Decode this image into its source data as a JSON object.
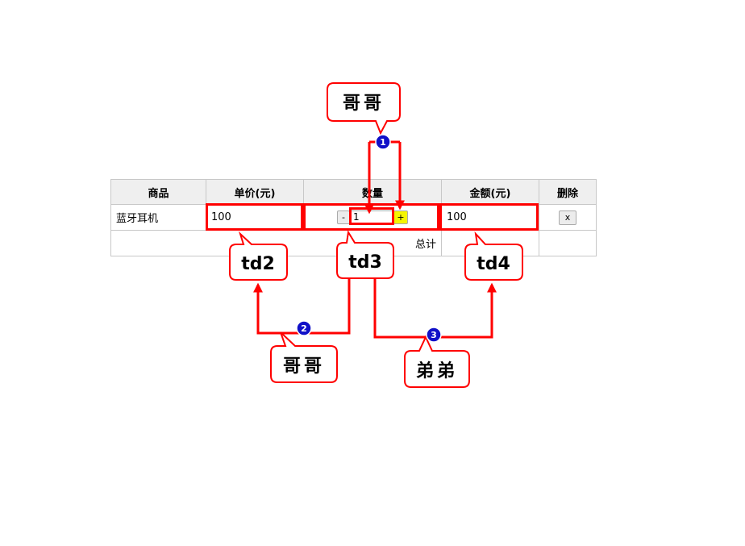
{
  "table": {
    "headers": [
      "商品",
      "单价(元)",
      "数量",
      "金额(元)",
      "删除"
    ],
    "row": {
      "name": "蓝牙耳机",
      "price": "100",
      "minus_label": "-",
      "quantity": "1",
      "plus_label": "+",
      "amount": "100",
      "delete_label": "x"
    },
    "total_label": "总计"
  },
  "annotations": {
    "callout_top": "哥哥",
    "callout_td2": "td2",
    "callout_td3": "td3",
    "callout_td4": "td4",
    "callout_bottom_left": "哥哥",
    "callout_bottom_right": "弟弟",
    "badge_1": "1",
    "badge_2": "2",
    "badge_3": "3"
  },
  "colors": {
    "highlight": "#ff0000",
    "badge": "#1010c8",
    "plus_button": "#f5f500",
    "header_bg": "#efefef"
  }
}
